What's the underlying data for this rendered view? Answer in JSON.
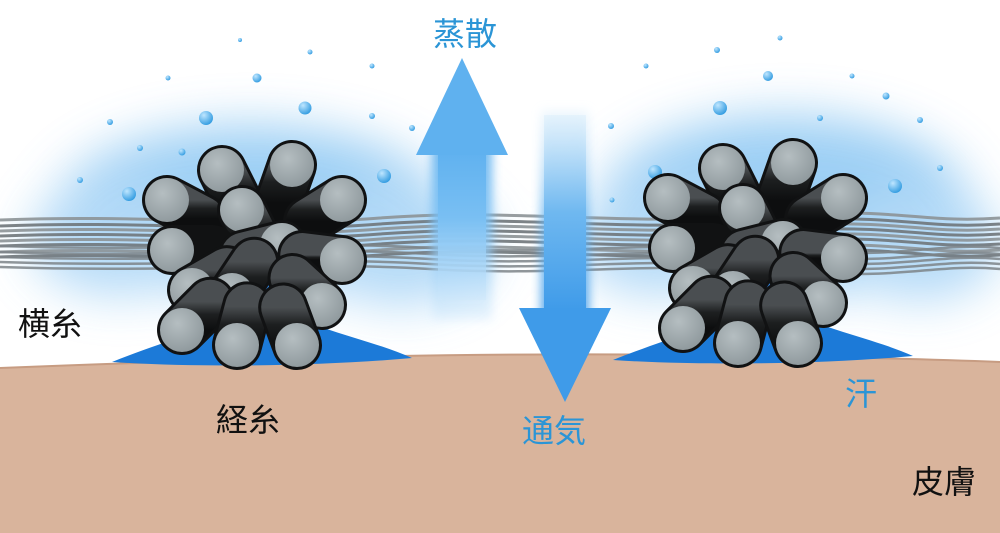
{
  "labels": {
    "evaporation": "蒸散",
    "weft": "横糸",
    "warp": "経糸",
    "ventilation": "通気",
    "sweat": "汗",
    "skin": "皮膚"
  },
  "colors": {
    "skin": "#d9b49c",
    "skin_edge": "#c79c82",
    "sweat_blue": "#1c7ad8",
    "arrow_up": "#6cb8f2",
    "arrow_down": "#4aa3ec",
    "fiber_dark": "#222425",
    "fiber_end": "#a2acaf",
    "weft_thread": "#8c9296",
    "label_blue": "#2b95d6",
    "label_dark": "#111111"
  },
  "icons": {
    "fiber_bundle": "warp-fiber-bundle-icon",
    "droplet": "sweat-droplet-icon"
  }
}
